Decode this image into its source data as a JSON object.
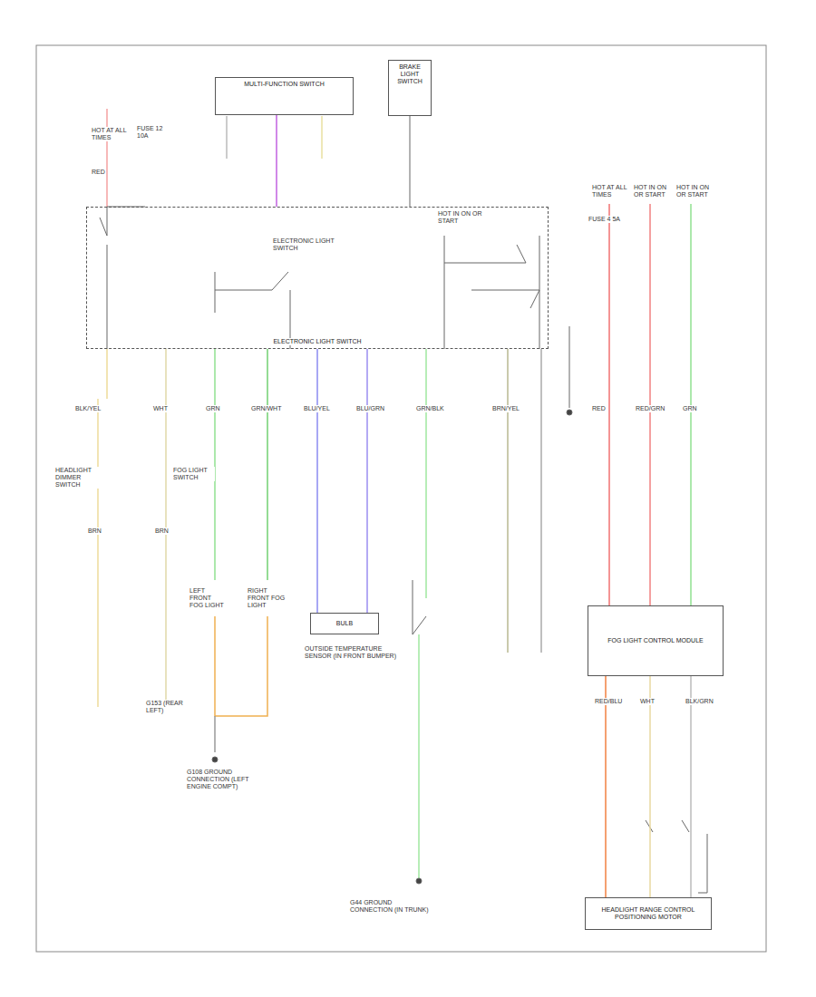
{
  "diagram": {
    "nodes": [
      {
        "text": [
          "MULTI-FUNCTION SWITCH"
        ]
      },
      {
        "text": [
          "BRAKE LIGHT SWITCH"
        ]
      },
      {
        "text": [
          "ELECTRONIC LIGHT SWITCH"
        ]
      },
      {
        "text": [
          "FOG LIGHT CONTROL MODULE"
        ]
      },
      {
        "text": [
          "HEADLIGHT RANGE CONTROL POSITIONING MOTOR"
        ]
      },
      {
        "text": [
          "BULB"
        ]
      }
    ],
    "edges": [
      {
        "from": 0,
        "to": 2,
        "arrow": "none"
      },
      {
        "from": 1,
        "to": 2,
        "arrow": "none"
      },
      {
        "from": 2,
        "to": 5,
        "arrow": "none"
      },
      {
        "from": 2,
        "to": 5,
        "arrow": "none"
      },
      {
        "from": 3,
        "to": 4,
        "arrow": "none"
      },
      {
        "from": 3,
        "to": 4,
        "arrow": "none"
      },
      {
        "from": 3,
        "to": 4,
        "arrow": "none"
      }
    ],
    "labels": [
      "HOT AT ALL TIMES",
      "FUSE 12 10A",
      "RED",
      "HOT IN ON OR START",
      "HOT AT ALL TIMES",
      "HOT IN ON OR START",
      "HOT IN ON OR START",
      "FUSE 4 5A",
      "BLK/YEL",
      "WHT",
      "GRN",
      "GRN/WHT",
      "BLU/YEL",
      "BLU/GRN",
      "GRN/BLK",
      "BRN/YEL",
      "RED",
      "RED/GRN",
      "GRN",
      "LEFT FRONT FOG LIGHT",
      "RIGHT FRONT FOG LIGHT",
      "G108 GROUND CONNECTION (LEFT ENGINE COMPT)",
      "OUTSIDE TEMPERATURE SENSOR (IN FRONT BUMPER)",
      "G44 GROUND CONNECTION (IN TRUNK)",
      "HEADLIGHT DIMMER SWITCH",
      "FOG LIGHT SWITCH",
      "ELECTRONIC LIGHT SWITCH",
      "BRN",
      "BRN",
      "G153 (REAR LEFT)",
      "RED/BLU",
      "WHT",
      "BLK/GRN"
    ]
  }
}
